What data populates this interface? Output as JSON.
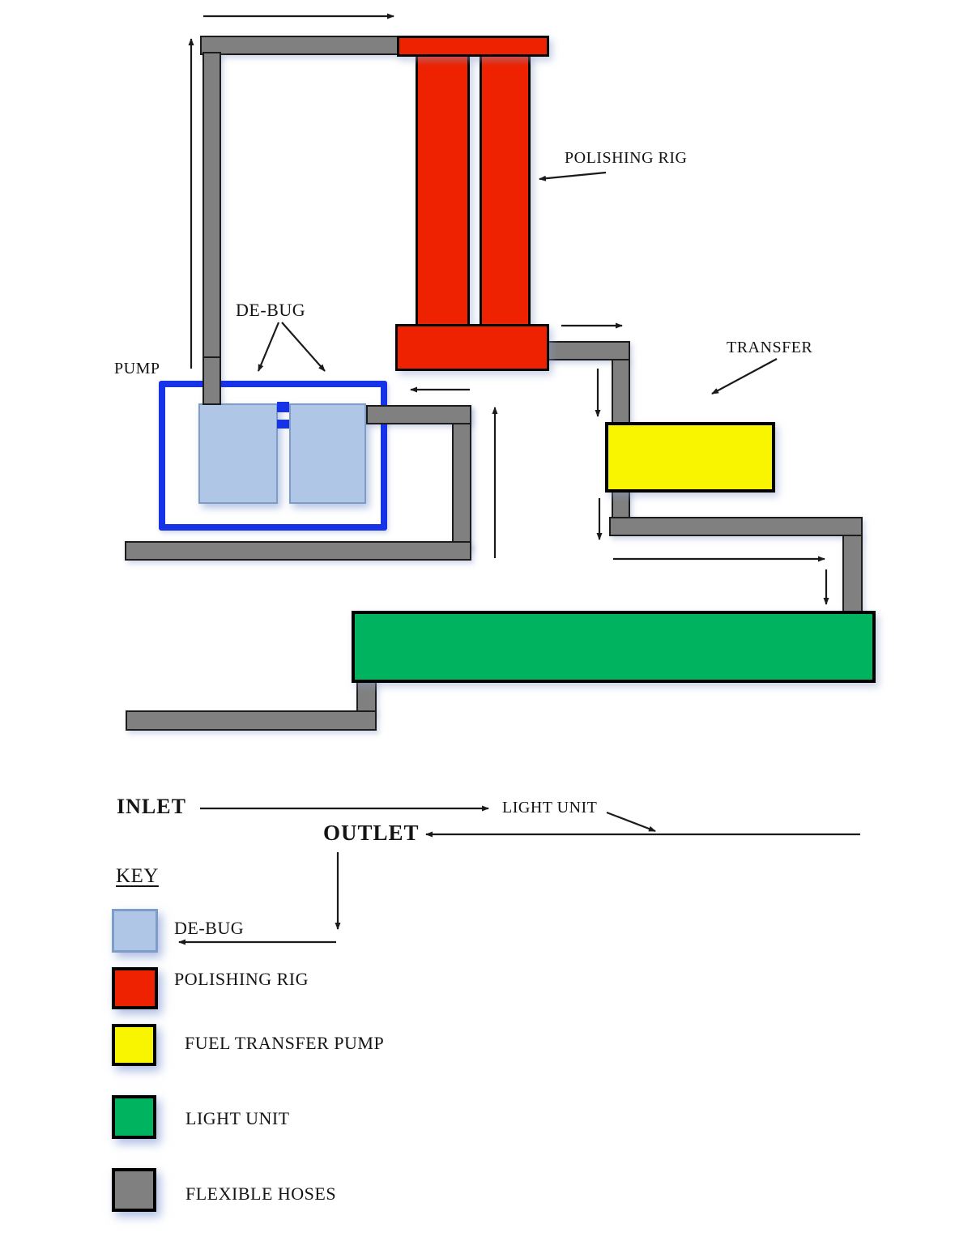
{
  "page": {
    "title": "Fuel polishing system diagram",
    "background": "#ffffff"
  },
  "colors": {
    "debug": "#B0C6E6",
    "polishing_rig": "#EE2200",
    "fuel_transfer_pump": "#F9F400",
    "light_unit": "#00B45F",
    "flexible_hoses": "#808080",
    "pump_outline": "#1733E8",
    "connector_blue": "#1733E8",
    "arrow": "#1a1a1a"
  },
  "diagram": {
    "labels": {
      "pump": "PUMP",
      "debug": "DE-BUG",
      "polishing_rig": "POLISHING RIG",
      "transfer": "TRANSFER",
      "inlet": "INLET",
      "light_unit": "LIGHT UNIT",
      "outlet": "OUTLET"
    }
  },
  "key": {
    "title": "KEY",
    "items": [
      {
        "label": "DE-BUG",
        "color": "#B0C6E6"
      },
      {
        "label": "POLISHING RIG",
        "color": "#EE2200"
      },
      {
        "label": "FUEL TRANSFER PUMP",
        "color": "#F9F400"
      },
      {
        "label": "LIGHT UNIT",
        "color": "#00B45F"
      },
      {
        "label": "FLEXIBLE HOSES",
        "color": "#808080"
      }
    ]
  }
}
